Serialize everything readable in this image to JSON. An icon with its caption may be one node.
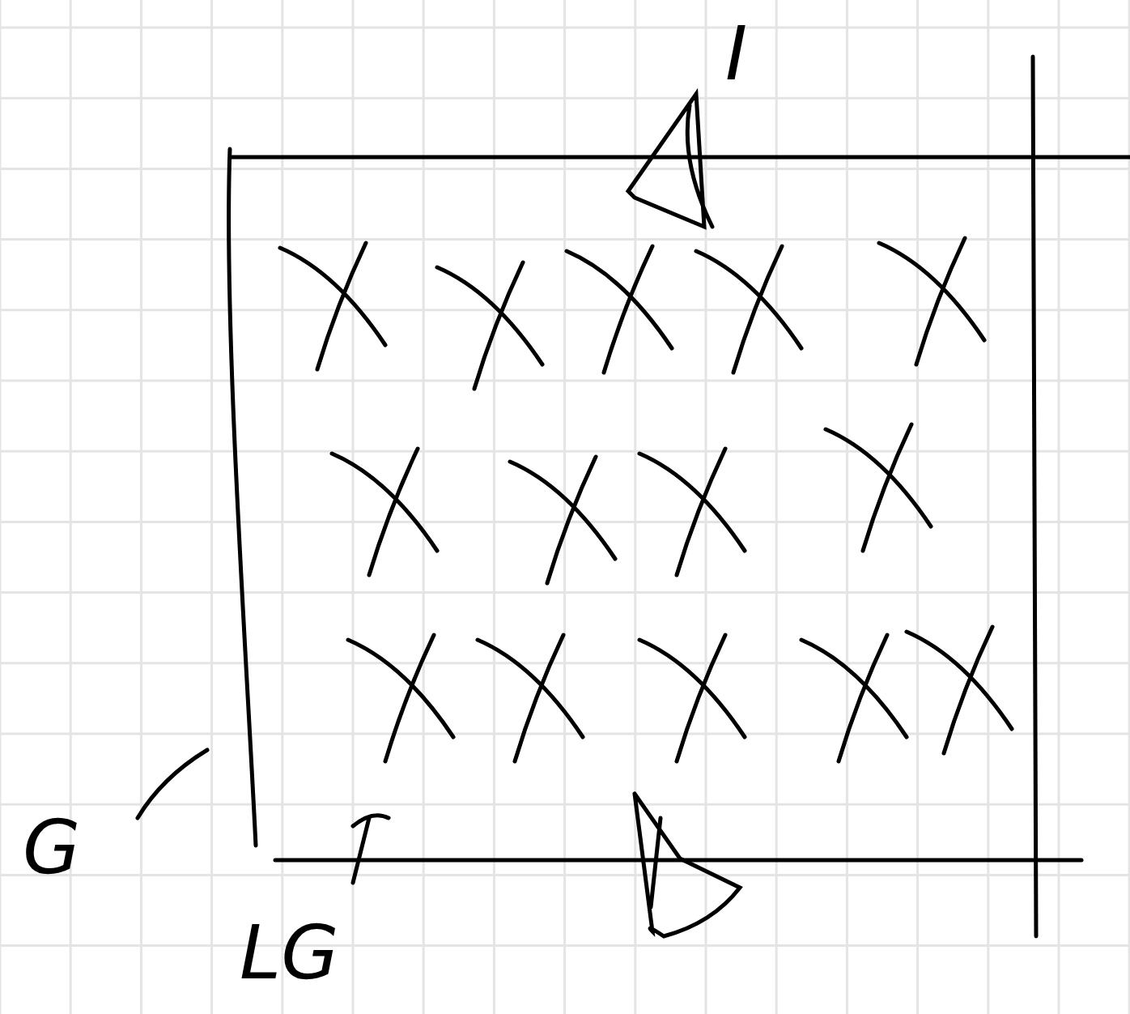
{
  "diagram": {
    "labels": [
      "I",
      "G",
      "LG"
    ]
  }
}
